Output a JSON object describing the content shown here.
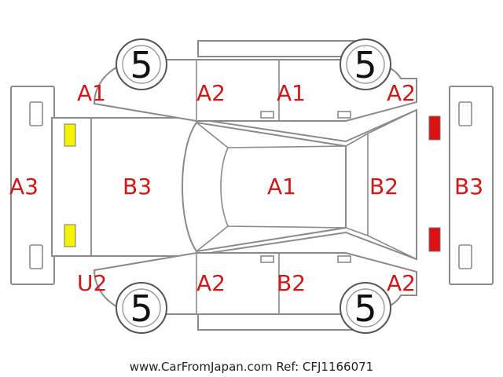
{
  "colors": {
    "outline": "#8a8a8a",
    "code_text": "#d01818",
    "headlight": "#f4f400",
    "taillight": "#dd1111"
  },
  "codes": {
    "front_bumper": "A3",
    "hood": "B3",
    "roof": "A1",
    "rear_glass_panel": "B2",
    "rear_bumper": "B3",
    "top_front_fender": "A1",
    "top_front_door": "A2",
    "top_rear_door": "A1",
    "top_rear_fender": "A2",
    "bottom_front_fender": "U2",
    "bottom_front_door": "A2",
    "bottom_rear_door": "B2",
    "bottom_rear_fender": "A2"
  },
  "tires": {
    "front_left": "5",
    "rear_left": "5",
    "front_right": "5",
    "rear_right": "5"
  },
  "footer": "www.CarFromJapan.com Ref: CFJ1166071"
}
